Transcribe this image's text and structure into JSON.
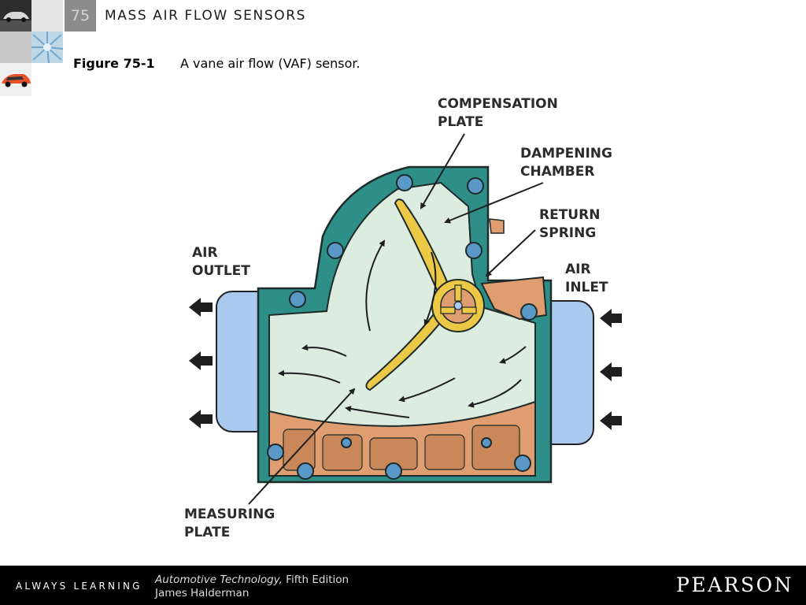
{
  "header": {
    "chapter_number": "75",
    "chapter_title": "MASS AIR FLOW SENSORS",
    "thumbnails": [
      "car-photo",
      "turbine-photo",
      "sports-car-photo"
    ]
  },
  "figure": {
    "label": "Figure 75-1",
    "caption": "A vane air flow (VAF) sensor."
  },
  "diagram": {
    "labels": {
      "compensation_plate": [
        "COMPENSATION",
        "PLATE"
      ],
      "dampening_chamber": [
        "DAMPENING",
        "CHAMBER"
      ],
      "return_spring": [
        "RETURN",
        "SPRING"
      ],
      "air_outlet": [
        "AIR",
        "OUTLET"
      ],
      "air_inlet": [
        "AIR",
        "INLET"
      ],
      "measuring_plate": [
        "MEASURING",
        "PLATE"
      ]
    },
    "colors": {
      "housing": "#2e8e88",
      "chamber": "#dcede0",
      "duct": "#a9c9ee",
      "lower_housing": "#e09e70",
      "vane": "#ecc847",
      "bolt": "#5a98c8",
      "arrow": "#1e1e1e"
    }
  },
  "footer": {
    "tagline": "ALWAYS LEARNING",
    "book_title": "Automotive Technology,",
    "edition": "Fifth Edition",
    "author": "James Halderman",
    "publisher": "PEARSON"
  }
}
